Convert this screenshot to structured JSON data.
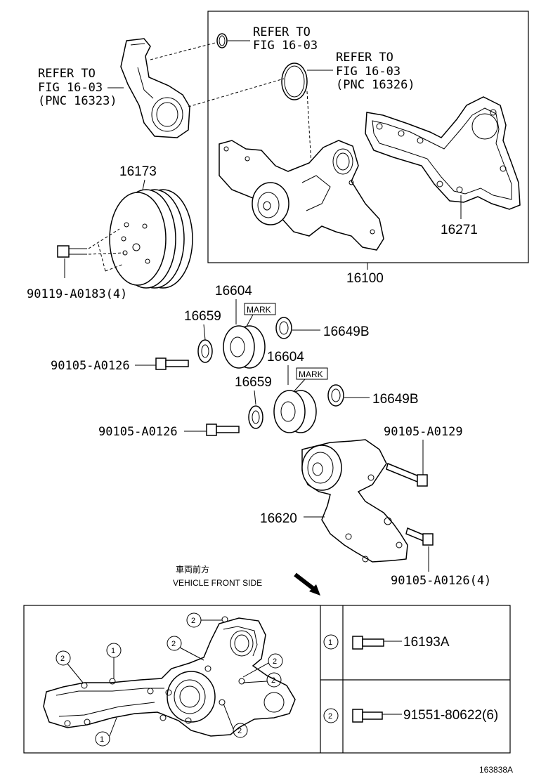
{
  "refs": {
    "top": [
      "REFER TO",
      "FIG 16-03"
    ],
    "mid": [
      "REFER TO",
      "FIG 16-03",
      "(PNC 16326)"
    ],
    "left": [
      "REFER TO",
      "FIG 16-03",
      "(PNC 16323)"
    ]
  },
  "parts": {
    "pulley": "16173",
    "gasket": "16271",
    "pump_assy": "16100",
    "pulley_bolt": "90119-A0183(4)",
    "idler1": "16604",
    "idler2": "16604",
    "washer1": "16659",
    "washer2": "16659",
    "plate1": "16649B",
    "plate2": "16649B",
    "bolt1": "90105-A0126",
    "bolt2": "90105-A0126",
    "bracket_bolt": "90105-A0129",
    "bracket": "16620",
    "bracket_bolt4": "90105-A0126(4)",
    "mark1": "MARK",
    "mark2": "MARK"
  },
  "direction": {
    "jp": "車両前方",
    "en": "VEHICLE FRONT SIDE"
  },
  "legend": {
    "rows": [
      {
        "num": "1",
        "part": "16193A"
      },
      {
        "num": "2",
        "part": "91551-80622(6)"
      }
    ]
  },
  "callouts": {
    "c1": "1",
    "c2": "2"
  },
  "figure_id": "163838A"
}
